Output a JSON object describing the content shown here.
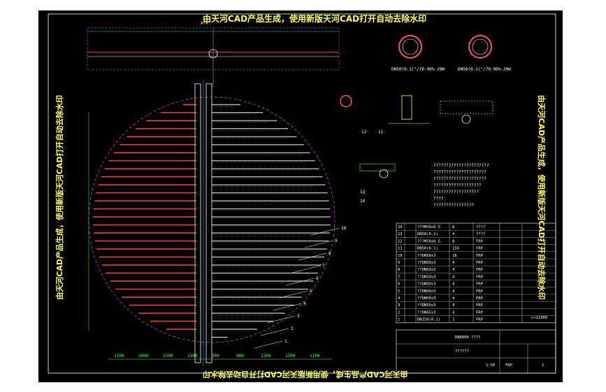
{
  "watermark": {
    "top": "由天河CAD产品生成，使用新版天河CAD打开自动去除水印",
    "bottom": "由天河CAD产品生成，使用新版天河CAD打开自动去除水印",
    "left": "由天河CAD产品生成，使用新版天河CAD打开自动去除水印",
    "right": "由天河CAD产品生成，使用新版天河CAD打开自动去除水印"
  },
  "section_label": "A-A",
  "detail_labels": [
    "DN50(0.1)°/70-90%-20W",
    "DN50(0.1)°/70-90%-20W"
  ],
  "leader_numbers": [
    "10",
    "9",
    "8",
    "7",
    "6",
    "5",
    "4",
    "3",
    "2",
    "1"
  ],
  "small_numbers": [
    "12",
    "11",
    "13",
    "14"
  ],
  "dims_bottom": [
    "1100",
    "1000",
    "1300",
    "1300",
    "300",
    "400",
    "1300",
    "1300",
    "1100"
  ],
  "notes": [
    "??????????????????????",
    "?????????????????????",
    "?????????????????????",
    "???????????????????",
    "??????????????????",
    "????",
    "????????????????"
  ],
  "bom_rows": [
    {
      "no": "14",
      "spec": "???M50x0.5",
      "qty": "8",
      "mat": "????"
    },
    {
      "no": "13",
      "spec": "DN50(0.1)",
      "qty": "4",
      "mat": "????"
    },
    {
      "no": "12",
      "spec": "???M50x0.5",
      "qty": "8",
      "mat": "FRP"
    },
    {
      "no": "11",
      "spec": "DN50(0.1)",
      "qty": "156",
      "mat": "FRP"
    },
    {
      "no": "10",
      "spec": "??DN50x3",
      "qty": "18",
      "mat": "FRP"
    },
    {
      "no": "9",
      "spec": "??DN50x3",
      "qty": "4",
      "mat": "FRP"
    },
    {
      "no": "8",
      "spec": "??DN50x3",
      "qty": "4",
      "mat": "FRP"
    },
    {
      "no": "7",
      "spec": "??DN50x3",
      "qty": "4",
      "mat": "FRP"
    },
    {
      "no": "6",
      "spec": "??DN50x3",
      "qty": "4",
      "mat": "FRP"
    },
    {
      "no": "5",
      "spec": "??DN50x3",
      "qty": "4",
      "mat": "FRP"
    },
    {
      "no": "4",
      "spec": "??DN50x3",
      "qty": "4",
      "mat": "FRP"
    },
    {
      "no": "3",
      "spec": "??DN50x3",
      "qty": "4",
      "mat": "FRP"
    },
    {
      "no": "2",
      "spec": "??DN65x3",
      "qty": "4",
      "mat": "FRP"
    },
    {
      "no": "1",
      "spec": "DN150(0.1)",
      "qty": "1",
      "mat": "FRP"
    }
  ],
  "title_block": {
    "drawing_no": "DN6000 ????",
    "name": "??????",
    "material": "FRP",
    "sheet": "1",
    "scale": "1:50",
    "length": "L=11000"
  }
}
